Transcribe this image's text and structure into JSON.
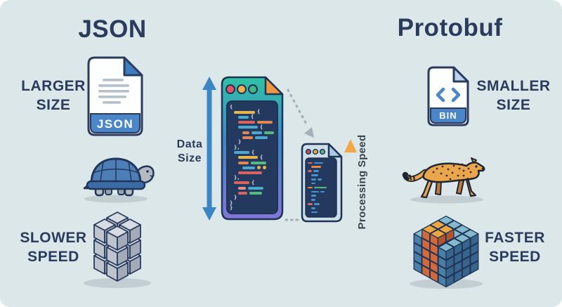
{
  "page": {
    "background": "#dce7e9",
    "title_color": "#2b3b5e"
  },
  "json_side": {
    "title": "JSON",
    "size_label": [
      "LARGER",
      "SIZE"
    ],
    "file_badge": "JSON",
    "speed_label": [
      "SLOWER",
      "SPEED"
    ]
  },
  "protobuf_side": {
    "title": "Protobuf",
    "size_label": [
      "SMALLER",
      "SIZE"
    ],
    "file_badge": "BIN",
    "speed_label": [
      "FASTER",
      "SPEED"
    ]
  },
  "center": {
    "data_size_label": [
      "Data",
      "Size"
    ],
    "processing_speed_label": "Processing Speed"
  },
  "colors": {
    "arrow_blue": "#3b85c4",
    "arrow_orange": "#f0a243",
    "connector_grey": "#a6afb7",
    "screen_navy": "#24395e",
    "doc_band_blue": "#4a86c8",
    "file_gradient": [
      "#2fc2a5",
      "#3e86c9",
      "#8276d8"
    ],
    "fold_orange": "#f0973f",
    "dot_red": "#e25563",
    "dot_yellow": "#eeb04b",
    "dot_green": "#45b584"
  },
  "code": {
    "palette": {
      "y": "#e6b54c",
      "t": "#4da8cd",
      "r": "#d9635e",
      "o": "#e28750",
      "g": "#57b97d",
      "p": "#e2908a",
      "b": "#4a90c8"
    },
    "big_file_lines": [
      {
        "i": 0,
        "s": [
          [
            "{"
          ]
        ]
      },
      {
        "i": 1,
        "s": [
          [
            "y",
            30
          ],
          [
            "{"
          ]
        ]
      },
      {
        "i": 2,
        "s": [
          [
            "t",
            15
          ],
          [
            "{"
          ]
        ]
      },
      {
        "i": 2,
        "s": [
          [
            "r",
            24
          ],
          [
            "o",
            22
          ]
        ]
      },
      {
        "i": 2,
        "s": [
          [
            "t",
            28
          ],
          [
            "{"
          ]
        ]
      },
      {
        "i": 3,
        "s": [
          [
            "o",
            10
          ],
          [
            "t",
            15
          ],
          [
            "g",
            14
          ]
        ]
      },
      {
        "i": 3,
        "s": [
          [
            "o",
            15
          ],
          [
            "t",
            18
          ]
        ]
      },
      {
        "i": 2,
        "s": [
          [
            "}"
          ]
        ]
      },
      {
        "i": 1,
        "s": [
          [
            "},"
          ]
        ]
      },
      {
        "i": 1,
        "s": [
          [
            "t",
            22
          ],
          [
            "{"
          ]
        ]
      },
      {
        "i": 2,
        "s": [
          [
            "y",
            28
          ],
          [
            "{"
          ]
        ]
      },
      {
        "i": 2,
        "s": [
          [
            "o",
            15
          ],
          [
            "g",
            22
          ]
        ]
      },
      {
        "i": 3,
        "s": [
          [
            "t",
            18
          ],
          [
            "•",
            "y"
          ],
          [
            "•",
            "y"
          ]
        ]
      },
      {
        "i": 2,
        "s": [
          [
            "r",
            34
          ]
        ]
      },
      {
        "i": 1,
        "s": [
          [
            "},"
          ]
        ]
      },
      {
        "i": 1,
        "s": [
          [
            "r",
            22
          ],
          [
            "{"
          ]
        ]
      },
      {
        "i": 2,
        "s": [
          [
            "p",
            11
          ],
          [
            "t",
            22
          ]
        ]
      },
      {
        "i": 2,
        "s": [
          [
            "r",
            13
          ],
          [
            "g",
            18
          ]
        ]
      },
      {
        "i": 1,
        "s": [
          [
            "}"
          ]
        ]
      },
      {
        "i": 0,
        "s": [
          [
            "}"
          ]
        ]
      },
      {
        "i": 0,
        "s": [
          [
            "}"
          ]
        ]
      }
    ],
    "small_file_lines": [
      {
        "i": 0,
        "s": [
          [
            "r",
            7
          ],
          [
            "b",
            13
          ]
        ]
      },
      {
        "i": 1,
        "s": [
          [
            "o",
            14
          ]
        ]
      },
      {
        "i": 0,
        "s": [
          [
            "r",
            6
          ],
          [
            "b",
            8
          ]
        ]
      },
      {
        "i": 1,
        "s": [
          [
            "b",
            10
          ]
        ]
      },
      {
        "i": 1,
        "s": [
          [
            "b",
            7
          ],
          [
            "b",
            6
          ]
        ]
      },
      {
        "i": 1,
        "s": [
          [
            "b",
            6
          ]
        ]
      },
      {
        "i": 0,
        "s": [
          [
            "o",
            7
          ],
          [
            "g",
            18
          ]
        ]
      },
      {
        "i": 1,
        "s": [
          [
            "b",
            11
          ],
          [
            "b",
            6
          ]
        ]
      },
      {
        "i": 1,
        "s": [
          [
            "b",
            7
          ]
        ]
      },
      {
        "i": 1,
        "s": [
          [
            "b",
            6
          ]
        ]
      },
      {
        "i": 0,
        "s": [
          [
            "r",
            7
          ],
          [
            "b",
            8
          ]
        ]
      },
      {
        "i": 1,
        "s": [
          [
            "b",
            6
          ]
        ]
      },
      {
        "i": 1,
        "s": [
          [
            "b",
            9
          ]
        ]
      }
    ]
  },
  "cubes": {
    "slower": {
      "cols": 2,
      "rows": 2,
      "levels": 3,
      "halfW": 15,
      "halfH": 8,
      "bodyH": 18,
      "gapX": 3,
      "gapY": 2,
      "gapZ": 4,
      "ox": 55,
      "oy": 58,
      "stroke": 1.8,
      "colors": {
        "top": "#d7dce3",
        "left": "#bdc4ce",
        "right": "#a3abb8",
        "outline": "#2b3b5e"
      }
    },
    "faster": {
      "cols": 4,
      "rows": 4,
      "levels": 4,
      "halfW": 11,
      "halfH": 6,
      "bodyH": 12,
      "gapX": 0.6,
      "gapY": 0.4,
      "gapZ": 0.8,
      "ox": 57,
      "oy": 62,
      "stroke": 1.3,
      "colors": {
        "top": "#85b9d0",
        "left": "#4a7fa8",
        "right": "#38658d",
        "outline": "#1f3354"
      },
      "accent": {
        "c0": 1,
        "c1": 2,
        "r0": 2,
        "r1": 3,
        "extra": 1,
        "colors": {
          "top": "#eda53f",
          "left": "#d2693a",
          "right": "#b4532e"
        }
      }
    }
  }
}
